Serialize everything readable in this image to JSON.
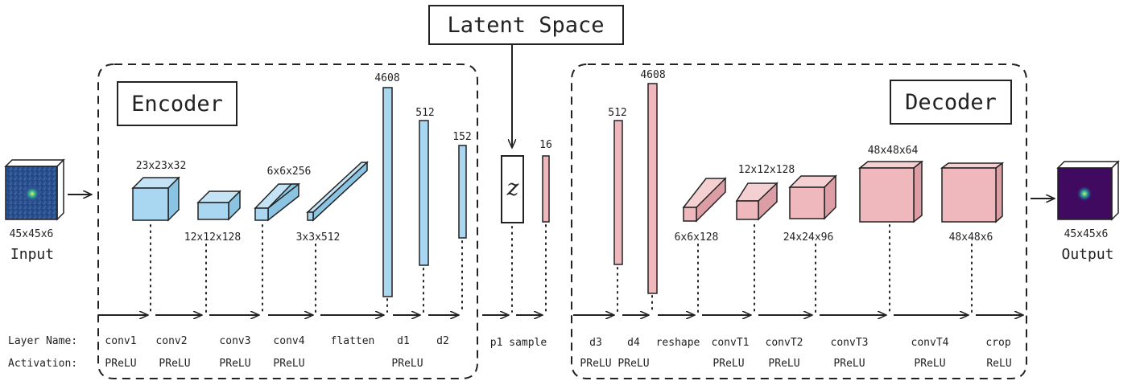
{
  "title": "Latent Space",
  "encoder_title": "Encoder",
  "decoder_title": "Decoder",
  "input": {
    "dims": "45x45x6",
    "label": "Input"
  },
  "output": {
    "dims": "45x45x6",
    "label": "Output"
  },
  "z_symbol": "z",
  "encoder_dims": {
    "conv1": "23x23x32",
    "conv2": "12x12x128",
    "conv3": "6x6x256",
    "conv4": "3x3x512",
    "d0": "4608",
    "d1": "512",
    "d2": "152",
    "latent": "16"
  },
  "decoder_dims": {
    "d3": "512",
    "d4": "4608",
    "reshape": "6x6x128",
    "convT1": "12x12x128",
    "convT2": "24x24x96",
    "convT3": "48x48x64",
    "convT4": "48x48x6"
  },
  "row_headers": {
    "layer_name": "Layer Name:",
    "activation": "Activation:"
  },
  "layers": [
    {
      "name": "conv1",
      "activation": "PReLU"
    },
    {
      "name": "conv2",
      "activation": "PReLU"
    },
    {
      "name": "conv3",
      "activation": "PReLU"
    },
    {
      "name": "conv4",
      "activation": "PReLU"
    },
    {
      "name": "flatten",
      "activation": ""
    },
    {
      "name": "d1",
      "activation": "PReLU"
    },
    {
      "name": "d2",
      "activation": ""
    },
    {
      "name": "p1 sample",
      "activation": ""
    },
    {
      "name": "d3",
      "activation": "PReLU"
    },
    {
      "name": "d4",
      "activation": "PReLU"
    },
    {
      "name": "reshape",
      "activation": ""
    },
    {
      "name": "convT1",
      "activation": "PReLU"
    },
    {
      "name": "convT2",
      "activation": "PReLU"
    },
    {
      "name": "convT3",
      "activation": "PReLU"
    },
    {
      "name": "convT4",
      "activation": "PReLU"
    },
    {
      "name": "crop",
      "activation": "ReLU"
    }
  ]
}
